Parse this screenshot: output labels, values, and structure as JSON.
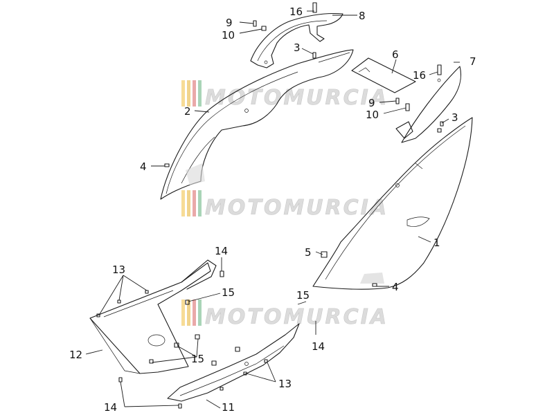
{
  "watermark": {
    "text": "MOTOMURCIA",
    "stripe_colors": [
      "#f0c040",
      "#e6b030",
      "#d04040",
      "#40a060"
    ]
  },
  "callouts": [
    {
      "id": "c16a",
      "label": "16"
    },
    {
      "id": "c8",
      "label": "8"
    },
    {
      "id": "c9a",
      "label": "9"
    },
    {
      "id": "c10a",
      "label": "10"
    },
    {
      "id": "c3a",
      "label": "3"
    },
    {
      "id": "c6",
      "label": "6"
    },
    {
      "id": "c7",
      "label": "7"
    },
    {
      "id": "c16b",
      "label": "16"
    },
    {
      "id": "c2",
      "label": "2"
    },
    {
      "id": "c9b",
      "label": "9"
    },
    {
      "id": "c10b",
      "label": "10"
    },
    {
      "id": "c3b",
      "label": "3"
    },
    {
      "id": "c4a",
      "label": "4"
    },
    {
      "id": "c1",
      "label": "1"
    },
    {
      "id": "c5",
      "label": "5"
    },
    {
      "id": "c4b",
      "label": "4"
    },
    {
      "id": "c14a",
      "label": "14"
    },
    {
      "id": "c13a",
      "label": "13"
    },
    {
      "id": "c15a",
      "label": "15"
    },
    {
      "id": "c15b",
      "label": "15"
    },
    {
      "id": "c14b",
      "label": "14"
    },
    {
      "id": "c12",
      "label": "12"
    },
    {
      "id": "c15c",
      "label": "15"
    },
    {
      "id": "c13b",
      "label": "13"
    },
    {
      "id": "c14c",
      "label": "14"
    },
    {
      "id": "c11",
      "label": "11"
    }
  ]
}
